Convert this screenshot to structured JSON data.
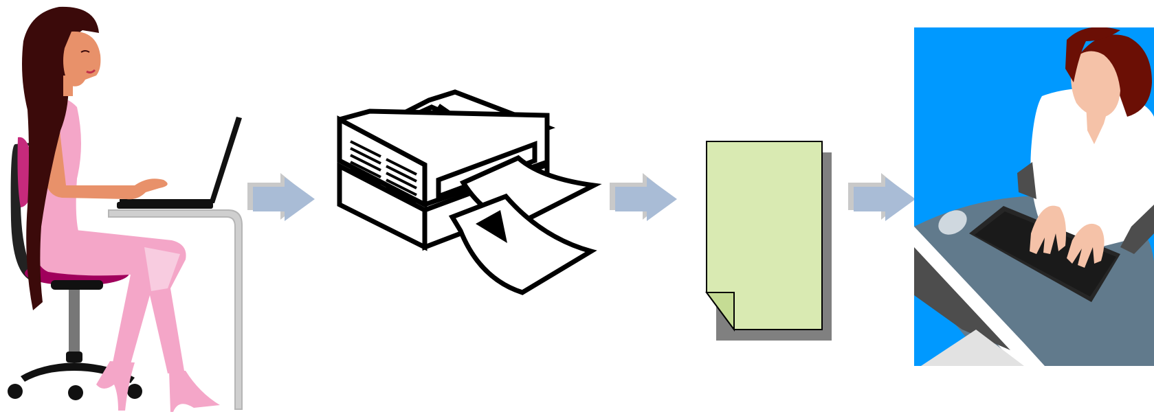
{
  "flow": {
    "steps": [
      {
        "id": "typing",
        "icon": "woman-typing-on-laptop-icon"
      },
      {
        "id": "printing",
        "icon": "printer-icon"
      },
      {
        "id": "printout",
        "icon": "paper-document-icon"
      },
      {
        "id": "reading",
        "icon": "woman-at-keyboard-icon"
      }
    ],
    "connector_icon": "right-arrow-icon",
    "colors": {
      "arrow_fill": "#A9BCD6",
      "arrow_shadow": "#C9C9C9",
      "paper_fill": "#D9EAB2",
      "paper_shadow": "#808080",
      "photo_background": "#0099FF",
      "desk_surface": "#617A8C",
      "keyboard": "#262626",
      "hair": "#6B0F05",
      "skin": "#F5C2A8",
      "pink_outfit": "#F4A6C8",
      "chair_seat": "#A0005C"
    }
  }
}
